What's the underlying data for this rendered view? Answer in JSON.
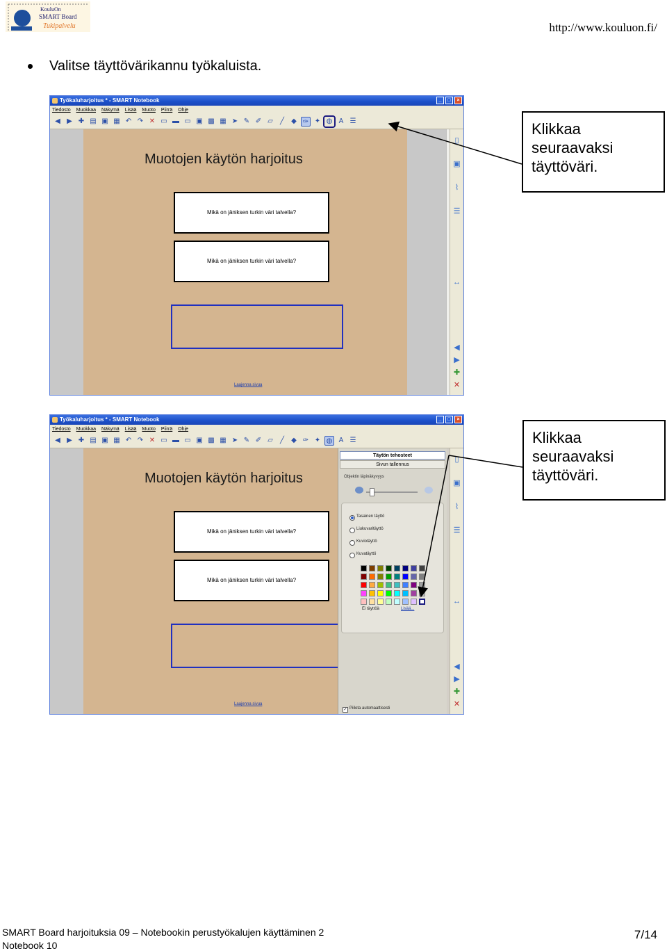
{
  "header": {
    "logo_text": [
      "KouluOn",
      "SMART Board",
      "Tukipalvelu"
    ],
    "url": "http://www.kouluon.fi/"
  },
  "intro": "Valitse täyttövärikannu työkaluista.",
  "callout": {
    "lines": [
      "Klikkaa",
      "seuraavaksi",
      "täyttöväri."
    ]
  },
  "window": {
    "title": "Työkaluharjoitus * - SMART Notebook",
    "menu": [
      "Tiedosto",
      "Muokkaa",
      "Näkymä",
      "Lisää",
      "Muoto",
      "Piirrä",
      "Ohje"
    ],
    "page_title": "Muotojen käytön harjoitus",
    "question": "Mikä on jäniksen turkin väri talvella?",
    "expand_link": "Laajenna sivua",
    "panel": {
      "tab_selected": "Täytön tehosteet",
      "tab_other": "Sivun tallennus",
      "transparency": "Objektin läpinäkyvyys",
      "options": [
        "Tasainen täyttö",
        "Liukuvaritäyttö",
        "Kuviotäyttö",
        "Kuvatäyttö"
      ],
      "no_fill": "Ei täyttöä",
      "more": "Lisää...",
      "autohide": "Piilota automaattisesti"
    }
  },
  "palette": [
    "#000000",
    "#7f3f00",
    "#7f7f00",
    "#004000",
    "#004060",
    "#00007f",
    "#3f3f9f",
    "#404040",
    "#7f0000",
    "#ff6a00",
    "#808000",
    "#00a000",
    "#008080",
    "#0000ff",
    "#6666aa",
    "#808080",
    "#ff0000",
    "#ffaa40",
    "#a0c000",
    "#40c080",
    "#40c0c0",
    "#4080ff",
    "#800080",
    "#a0a0a0",
    "#ff40ff",
    "#ffc000",
    "#ffff00",
    "#00ff00",
    "#00ffff",
    "#00c0ff",
    "#a040a0",
    "#c0c0c0",
    "#ffc0c0",
    "#ffe0a0",
    "#ffff99",
    "#c0ffc0",
    "#c0ffff",
    "#a0c0ff",
    "#e0c0ff",
    "#ffffff"
  ],
  "footer": {
    "line1": "SMART Board harjoituksia 09 – Notebookin perustyökalujen käyttäminen 2",
    "line2": "Notebook 10",
    "page": "7/14"
  }
}
